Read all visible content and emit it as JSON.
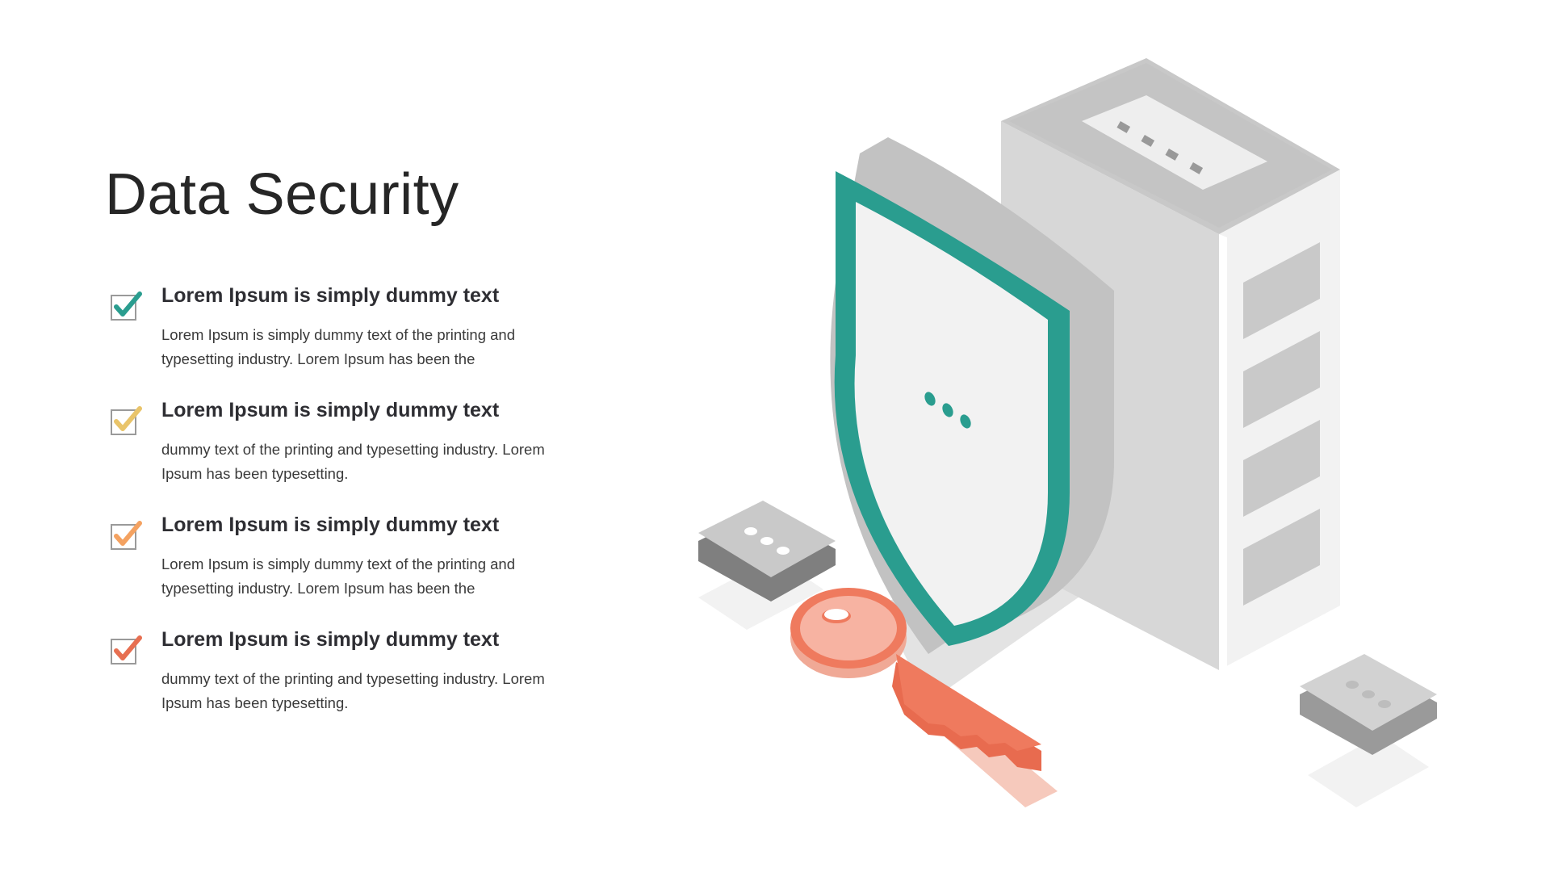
{
  "title": "Data Security",
  "items": [
    {
      "heading": "Lorem Ipsum is simply dummy text",
      "description": "Lorem Ipsum is simply dummy text of the printing and typesetting industry. Lorem Ipsum has been the",
      "check_color": "#2a9d8f"
    },
    {
      "heading": "Lorem Ipsum is simply dummy text",
      "description": "dummy text of the printing and typesetting industry. Lorem Ipsum has been typesetting.",
      "check_color": "#e9c46a"
    },
    {
      "heading": "Lorem Ipsum is simply dummy text",
      "description": "Lorem Ipsum is simply dummy text of the printing and typesetting industry. Lorem Ipsum has been the",
      "check_color": "#f4a261"
    },
    {
      "heading": "Lorem Ipsum is simply dummy text",
      "description": "dummy text of the printing and typesetting industry. Lorem Ipsum has been typesetting.",
      "check_color": "#e76f51"
    }
  ],
  "illustration": {
    "icons": [
      "shield-icon",
      "server-icon",
      "key-icon",
      "chip-icon"
    ],
    "colors": {
      "shield": "#2a9d8f",
      "key": "#ef7a5e",
      "server": "#d9d9d9"
    }
  }
}
